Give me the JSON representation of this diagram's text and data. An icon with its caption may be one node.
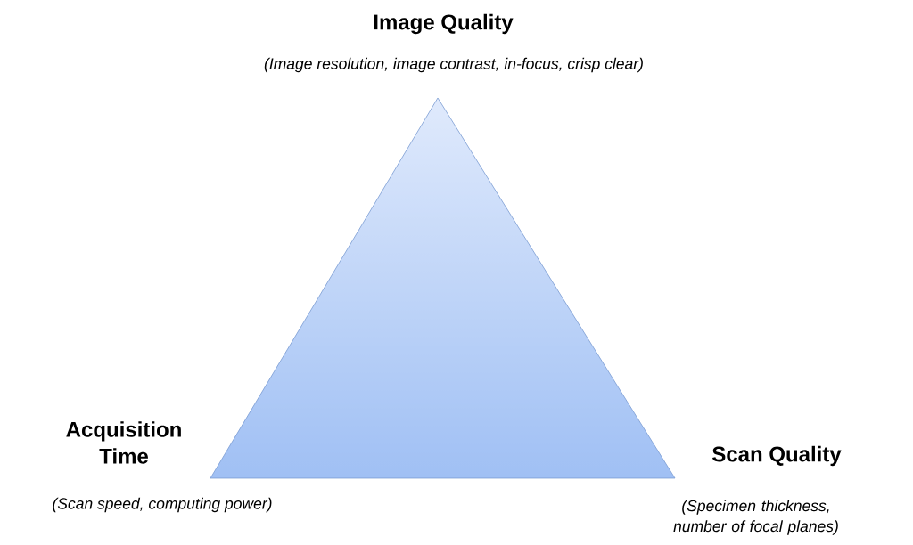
{
  "diagram": {
    "labels": [
      "Image Quality",
      "(Image resolution, image contrast, in-focus, crisp clear)",
      "Acquisition Time",
      "(Scan speed, computing power)",
      "Scan Quality",
      "(Specimen thickness, number of focal planes)"
    ]
  }
}
